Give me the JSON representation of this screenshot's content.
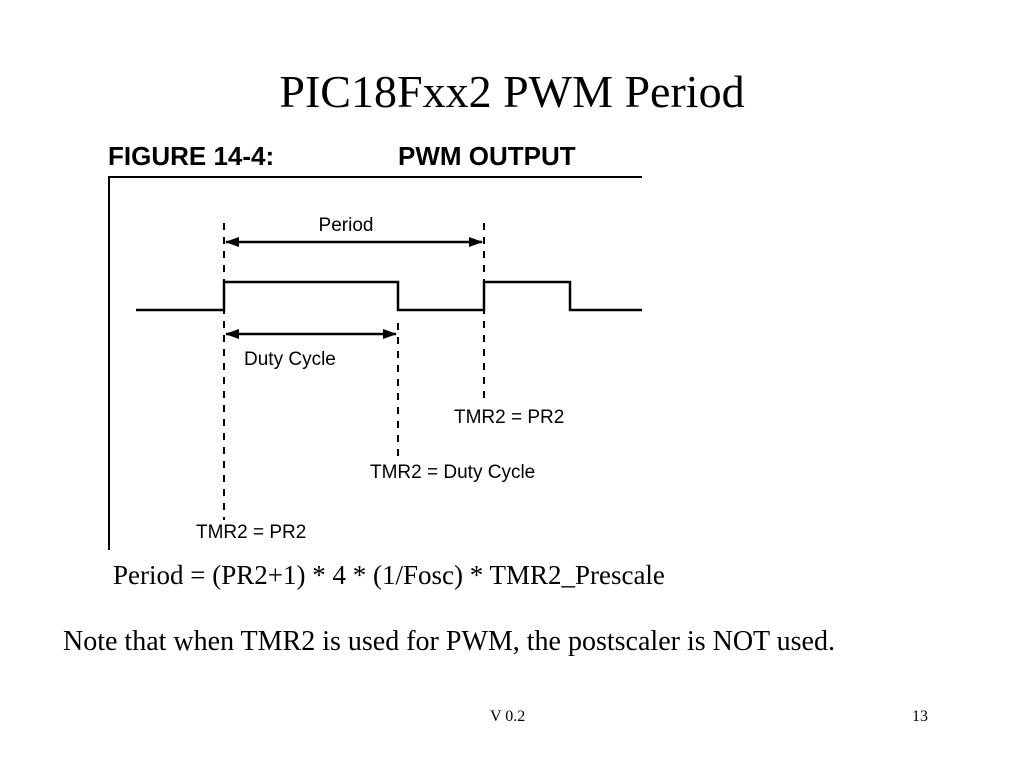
{
  "slide": {
    "title": "PIC18Fxx2 PWM Period",
    "formula": "Period = (PR2+1) * 4 * (1/Fosc) * TMR2_Prescale",
    "note": "Note that when TMR2 is used for PWM, the postscaler is NOT used.",
    "version": "V 0.2",
    "page_number": "13"
  },
  "figure": {
    "number": "FIGURE 14-4:",
    "title": "PWM OUTPUT",
    "labels": {
      "period": "Period",
      "duty_cycle": "Duty Cycle",
      "tmr2_eq_pr2_right": "TMR2 = PR2",
      "tmr2_eq_duty": "TMR2 = Duty Cycle",
      "tmr2_eq_pr2_left": "TMR2 = PR2"
    }
  }
}
